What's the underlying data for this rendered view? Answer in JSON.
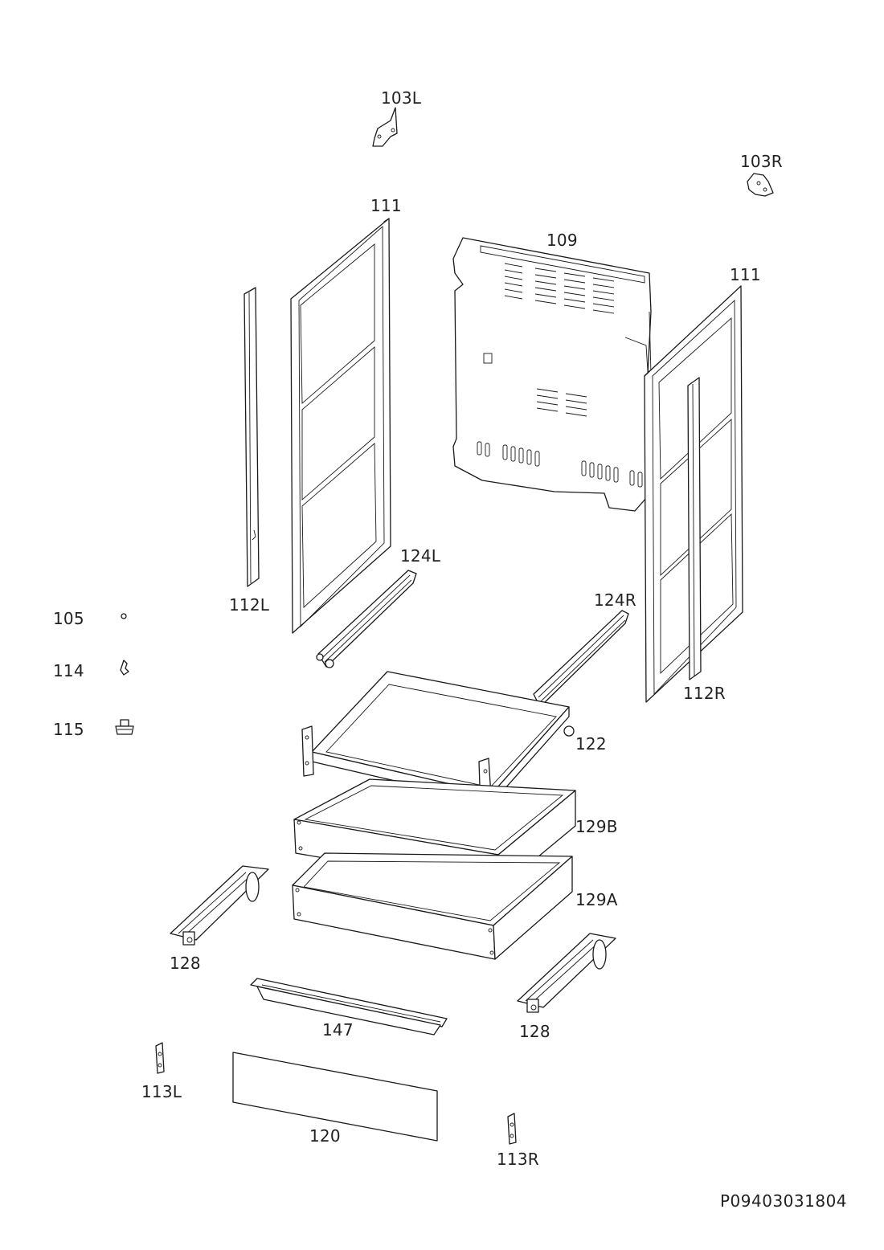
{
  "diagram": {
    "document_code": "P09403031804",
    "labels": {
      "p103L": "103L",
      "p103R": "103R",
      "p111a": "111",
      "p111b": "111",
      "p109": "109",
      "p112L": "112L",
      "p112R": "112R",
      "p124L": "124L",
      "p124R": "124R",
      "p105": "105",
      "p114": "114",
      "p115": "115",
      "p122": "122",
      "p129B": "129B",
      "p129A": "129A",
      "p128a": "128",
      "p128b": "128",
      "p147": "147",
      "p113L": "113L",
      "p113R": "113R",
      "p120": "120"
    }
  }
}
